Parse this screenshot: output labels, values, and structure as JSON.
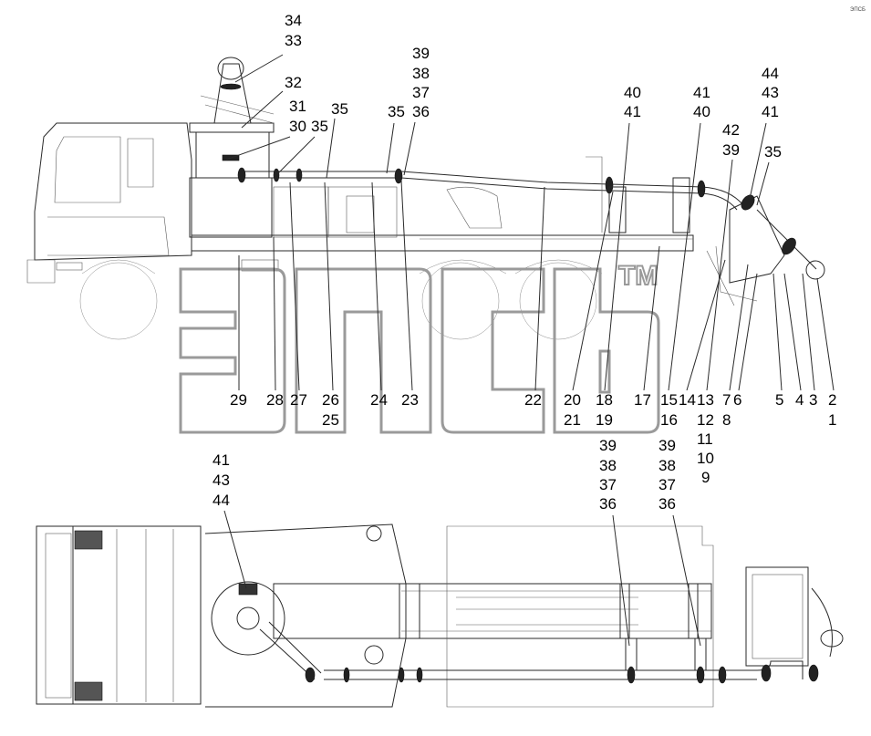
{
  "top_view_labels_upper": [
    "34",
    "33",
    "32",
    "31",
    "30",
    "35",
    "35",
    "35",
    "39",
    "38",
    "37",
    "36",
    "40",
    "41",
    "41",
    "40",
    "42",
    "39",
    "44",
    "43",
    "41",
    "35"
  ],
  "top_view_labels_lower": [
    "29",
    "28",
    "27",
    "26",
    "25",
    "24",
    "23",
    "22",
    "20",
    "21",
    "18",
    "19",
    "17",
    "15",
    "16",
    "14",
    "13",
    "12",
    "11",
    "10",
    "9",
    "7",
    "8",
    "6",
    "5",
    "4",
    "3",
    "2",
    "1"
  ],
  "bottom_view_labels": [
    "41",
    "43",
    "44",
    "39",
    "38",
    "37",
    "36",
    "39",
    "38",
    "37",
    "36"
  ],
  "watermark": {
    "brand": "ЭПСБ",
    "tm": "TM"
  },
  "corner_mark": "ЭПСБ"
}
